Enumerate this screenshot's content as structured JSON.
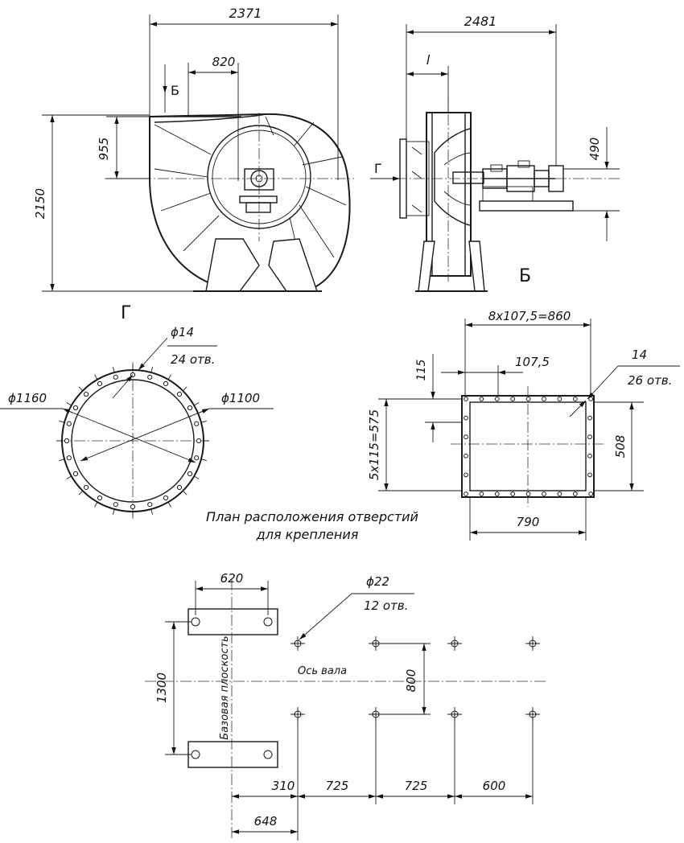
{
  "dims": {
    "d2371": "2371",
    "d820": "820",
    "d955": "955",
    "d2150": "2150",
    "d2481": "2481",
    "l": "l",
    "d490": "490",
    "phi14": "ϕ14",
    "holes24": "24 отв.",
    "phi1160": "ϕ1160",
    "phi1100": "ϕ1100",
    "d8x107": "8х107,5=860",
    "d115": "115",
    "d107": "107,5",
    "d14": "14",
    "holes26": "26 отв.",
    "d5x115": "5х115=575",
    "d508": "508",
    "d790": "790",
    "d620": "620",
    "phi22": "ϕ22",
    "holes12": "12 отв.",
    "d1300": "1300",
    "d800": "800",
    "d310": "310",
    "d725a": "725",
    "d725b": "725",
    "d600": "600",
    "d648": "648"
  },
  "labels": {
    "arrowB": "Б",
    "arrowG": "Г",
    "viewB": "Б",
    "viewG": "Г",
    "holesPlan1": "План расположения отверстий",
    "holesPlan2": "для крепления",
    "shaftAxis": "Ось вала",
    "basePlane": "Базовая плоскость"
  }
}
